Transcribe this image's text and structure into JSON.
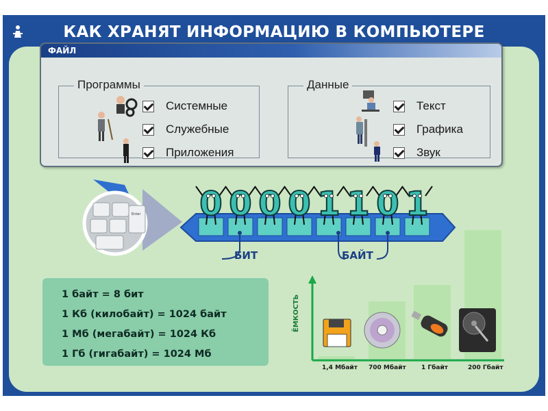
{
  "title": "КАК ХРАНЯТ ИНФОРМАЦИЮ В КОМПЬЮТЕРЕ",
  "file_panel": {
    "label": "ФАЙЛ",
    "programs": {
      "title": "Программы",
      "items": [
        "Системные",
        "Служебные",
        "Приложения"
      ]
    },
    "data": {
      "title": "Данные",
      "items": [
        "Текст",
        "Графика",
        "Звук"
      ]
    }
  },
  "binary": {
    "digits": [
      "0",
      "0",
      "0",
      "0",
      "1",
      "1",
      "0",
      "1"
    ],
    "bit_label": "БИТ",
    "byte_label": "БАЙТ"
  },
  "formulas": [
    "1 байт = 8 бит",
    "1 Кб (килобайт) = 1024 байт",
    "1 Мб (мегабайт) = 1024 Кб",
    "1 Гб (гигабайт) = 1024 Мб"
  ],
  "storage_chart": {
    "y_label": "ЁМКОСТЬ",
    "devices": [
      {
        "label": "1,4 Мбайт",
        "icon": "floppy-disk-icon"
      },
      {
        "label": "700 Мбайт",
        "icon": "cd-disc-icon"
      },
      {
        "label": "1 Гбайт",
        "icon": "usb-flash-drive-icon"
      },
      {
        "label": "200 Гбайт",
        "icon": "hard-drive-icon"
      }
    ]
  },
  "colors": {
    "frame": "#1f4f9a",
    "background": "#cde7c4",
    "digit_fill": "#3cbfb0",
    "belt": "#2f6fd0",
    "formula_box": "#89cda9",
    "axis": "#1aa84a"
  }
}
